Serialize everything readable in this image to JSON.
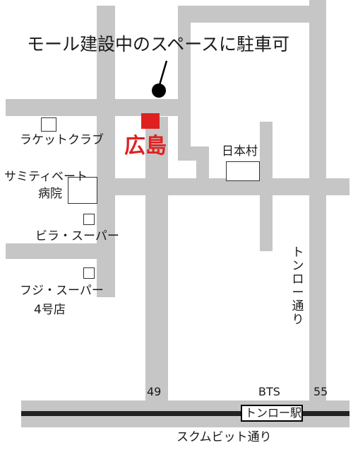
{
  "map": {
    "annotation": "モール建設中のスペースに駐車可",
    "target": {
      "label": "広島",
      "color": "#e02020"
    },
    "landmarks": {
      "racket_club": "ラケットクラブ",
      "samitivej_l1": "サミティベート",
      "samitivej_l2": "病院",
      "nihonmura": "日本村",
      "villa": "ビラ・スーパー",
      "fuji_l1": "フジ・スーパー",
      "fuji_l2": "4号店"
    },
    "streets": {
      "thonglor": [
        "ト",
        "ン",
        "ロ",
        "ー",
        "通",
        "り"
      ],
      "sukhumvit": "スクムビット通り"
    },
    "soi": {
      "s49": "49",
      "s55": "55"
    },
    "transit": {
      "bts": "BTS",
      "station": "トンロー駅"
    },
    "colors": {
      "road": "#c6c6c6",
      "target": "#e02020",
      "rail": "#222222"
    }
  }
}
